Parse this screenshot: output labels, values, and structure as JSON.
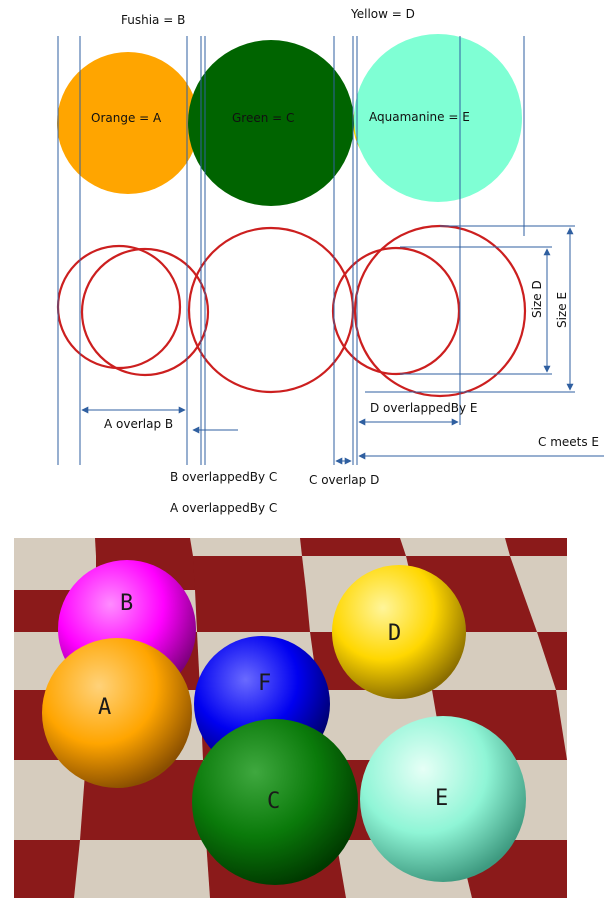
{
  "colors": {
    "orange": "#FFA500",
    "fuchsia": "#FF00FF",
    "green": "#006400",
    "yellow": "#FFD700",
    "aquamarine": "#7FFFD4",
    "blue": "#0000FF",
    "outline_red": "#CC1F1F",
    "guide_blue": "#2F5FA0",
    "floor_red": "#8B1A1A",
    "floor_beige": "#D6CCBE"
  },
  "top_labels": {
    "fushia": "Fushia = B",
    "yellow": "Yellow = D",
    "orange": "Orange = A",
    "green": "Green = C",
    "aqua": "Aquamanine = E"
  },
  "size_labels": {
    "size_d": "Size D",
    "size_e": "Size E"
  },
  "relations": {
    "a_overlap_b": "A overlap B",
    "d_overlappedby_e": "D overlappedBy E",
    "c_meets_e": "C meets E",
    "b_overlappedby_c": "B overlappedBy C",
    "c_overlap_d": "C overlap D",
    "a_overlappedby_c": "A overlappedBy C"
  },
  "scene": {
    "spheres": [
      {
        "id": "B",
        "label": "B",
        "color": "fuchsia"
      },
      {
        "id": "D",
        "label": "D",
        "color": "yellow"
      },
      {
        "id": "F",
        "label": "F",
        "color": "blue"
      },
      {
        "id": "A",
        "label": "A",
        "color": "orange"
      },
      {
        "id": "C",
        "label": "C",
        "color": "green"
      },
      {
        "id": "E",
        "label": "E",
        "color": "aquamarine"
      }
    ]
  }
}
